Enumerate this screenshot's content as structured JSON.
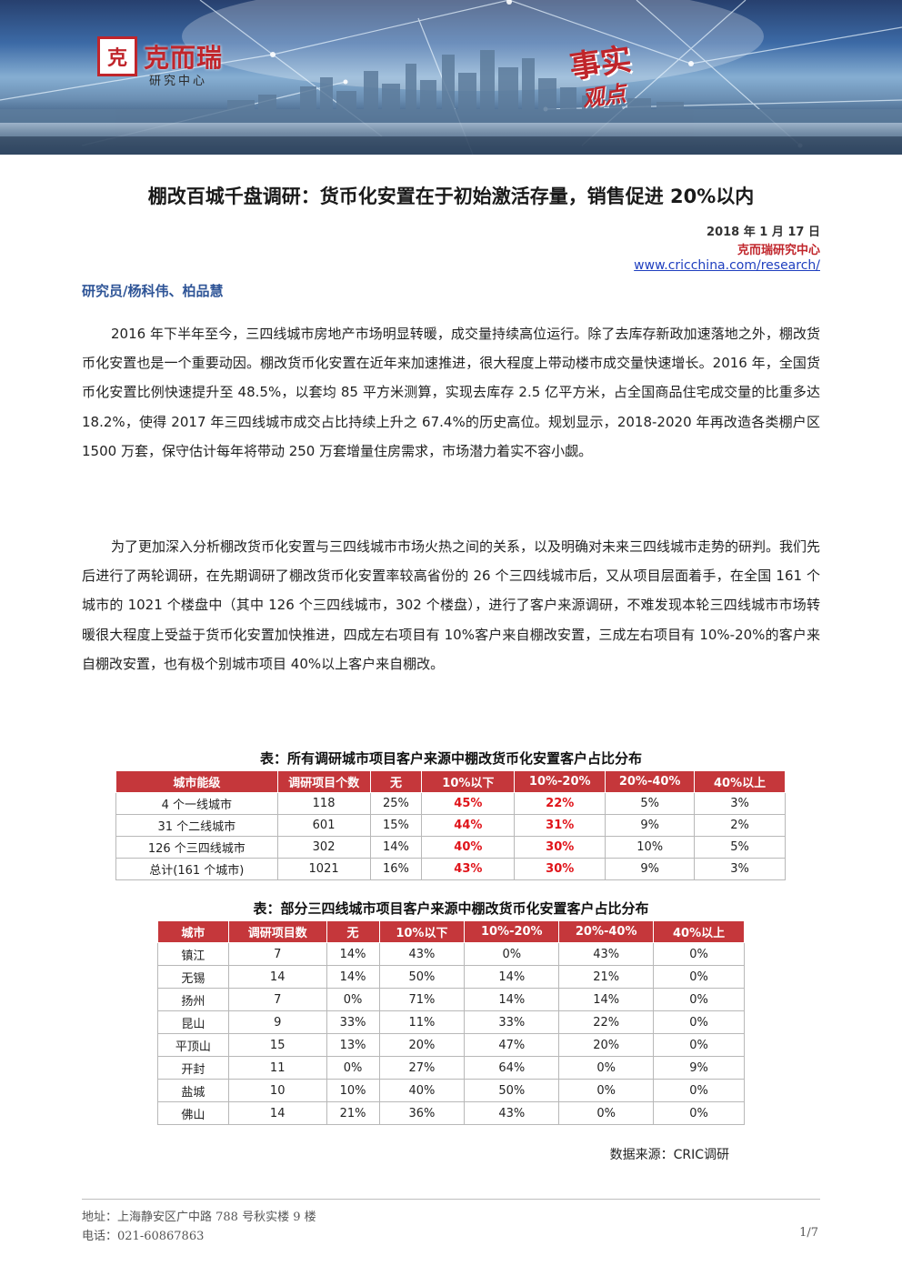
{
  "header": {
    "logo_mark": "克",
    "logo_name": "克而瑞",
    "logo_sub": "研究中心",
    "slogan_main": "事实",
    "slogan_sub": "观点"
  },
  "doc": {
    "title": "棚改百城千盘调研：货币化安置在于初始激活存量，销售促进 20%以内",
    "date": "2018 年 1 月 17 日",
    "org": "克而瑞研究中心",
    "url": "www.cricchina.com/research/",
    "authors": "研究员/杨科伟、柏品慧",
    "paragraphs": [
      "2016 年下半年至今，三四线城市房地产市场明显转暖，成交量持续高位运行。除了去库存新政加速落地之外，棚改货币化安置也是一个重要动因。棚改货币化安置在近年来加速推进，很大程度上带动楼市成交量快速增长。2016 年，全国货币化安置比例快速提升至 48.5%，以套均 85 平方米测算，实现去库存 2.5 亿平方米，占全国商品住宅成交量的比重多达 18.2%，使得 2017 年三四线城市成交占比持续上升之 67.4%的历史高位。规划显示，2018-2020 年再改造各类棚户区 1500 万套，保守估计每年将带动 250 万套增量住房需求，市场潜力着实不容小觑。",
      "为了更加深入分析棚改货币化安置与三四线城市市场火热之间的关系，以及明确对未来三四线城市走势的研判。我们先后进行了两轮调研，在先期调研了棚改货币化安置率较高省份的 26 个三四线城市后，又从项目层面着手，在全国 161 个城市的 1021 个楼盘中（其中 126 个三四线城市，302 个楼盘），进行了客户来源调研，不难发现本轮三四线城市市场转暖很大程度上受益于货币化安置加快推进，四成左右项目有 10%客户来自棚改安置，三成左右项目有 10%-20%的客户来自棚改安置，也有极个别城市项目 40%以上客户来自棚改。"
    ]
  },
  "table1": {
    "caption": "表：所有调研城市项目客户来源中棚改货币化安置客户占比分布",
    "headers": [
      "城市能级",
      "调研项目个数",
      "无",
      "10%以下",
      "10%-20%",
      "20%-40%",
      "40%以上"
    ],
    "rows": [
      [
        "4 个一线城市",
        "118",
        "25%",
        "45%",
        "22%",
        "5%",
        "3%"
      ],
      [
        "31 个二线城市",
        "601",
        "15%",
        "44%",
        "31%",
        "9%",
        "2%"
      ],
      [
        "126 个三四线城市",
        "302",
        "14%",
        "40%",
        "30%",
        "10%",
        "5%"
      ],
      [
        "总计(161 个城市)",
        "1021",
        "16%",
        "43%",
        "30%",
        "9%",
        "3%"
      ]
    ]
  },
  "table2": {
    "caption": "表：部分三四线城市项目客户来源中棚改货币化安置客户占比分布",
    "headers": [
      "城市",
      "调研项目数",
      "无",
      "10%以下",
      "10%-20%",
      "20%-40%",
      "40%以上"
    ],
    "rows": [
      [
        "镇江",
        "7",
        "14%",
        "43%",
        "0%",
        "43%",
        "0%"
      ],
      [
        "无锡",
        "14",
        "14%",
        "50%",
        "14%",
        "21%",
        "0%"
      ],
      [
        "扬州",
        "7",
        "0%",
        "71%",
        "14%",
        "14%",
        "0%"
      ],
      [
        "昆山",
        "9",
        "33%",
        "11%",
        "33%",
        "22%",
        "0%"
      ],
      [
        "平顶山",
        "15",
        "13%",
        "20%",
        "47%",
        "20%",
        "0%"
      ],
      [
        "开封",
        "11",
        "0%",
        "27%",
        "64%",
        "0%",
        "9%"
      ],
      [
        "盐城",
        "10",
        "10%",
        "40%",
        "50%",
        "0%",
        "0%"
      ],
      [
        "佛山",
        "14",
        "21%",
        "36%",
        "43%",
        "0%",
        "0%"
      ]
    ],
    "source": "数据来源：CRIC调研"
  },
  "footer": {
    "address": "地址：上海静安区广中路 788 号秋实楼 9 楼",
    "phone": "电话：021-60867863",
    "page": "1/7"
  }
}
